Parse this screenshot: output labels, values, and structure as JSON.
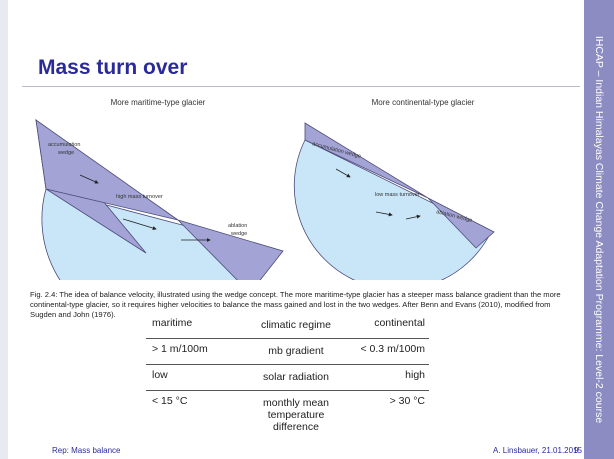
{
  "slide": {
    "title": "Mass turn over",
    "sidebar_text": "IHCAP – Indian Himalayas Climate Change Adaptation Programme: Level-2 course",
    "footer_left": "Rep: Mass balance",
    "footer_right": "A. Linsbauer, 21.01.2015",
    "page_number": "9"
  },
  "diagram": {
    "left_title": "More maritime-type glacier",
    "right_title": "More continental-type glacier",
    "left_accumulation": [
      "accumulation",
      "wedge"
    ],
    "left_ablation": [
      "ablation",
      "wedge"
    ],
    "left_turnover": "high mass turnover",
    "right_accumulation": "accumulation wedge",
    "right_ablation": "ablation wedge",
    "right_turnover": "low mass turnover",
    "colors": {
      "wedge": "#a3a3d6",
      "body": "#c9e6f8",
      "outline": "#4a4a7a"
    }
  },
  "caption": "Fig. 2.4: The idea of balance velocity, illustrated using the wedge concept. The more maritime-type glacier has a steeper mass balance gradient than the more continental-type glacier, so it requires higher velocities to balance the mass gained and lost in the two wedges. After Benn and Evans (2010), modified from Sugden and John (1976).",
  "table": {
    "rows": [
      {
        "left": "maritime",
        "mid": "climatic regime",
        "right": "continental"
      },
      {
        "left": "> 1 m/100m",
        "mid": "mb gradient",
        "right": "< 0.3 m/100m"
      },
      {
        "left": "low",
        "mid": "solar radiation",
        "right": "high"
      },
      {
        "left": "< 15 °C",
        "mid": "monthly mean temperature difference",
        "right": "> 30 °C"
      }
    ]
  }
}
